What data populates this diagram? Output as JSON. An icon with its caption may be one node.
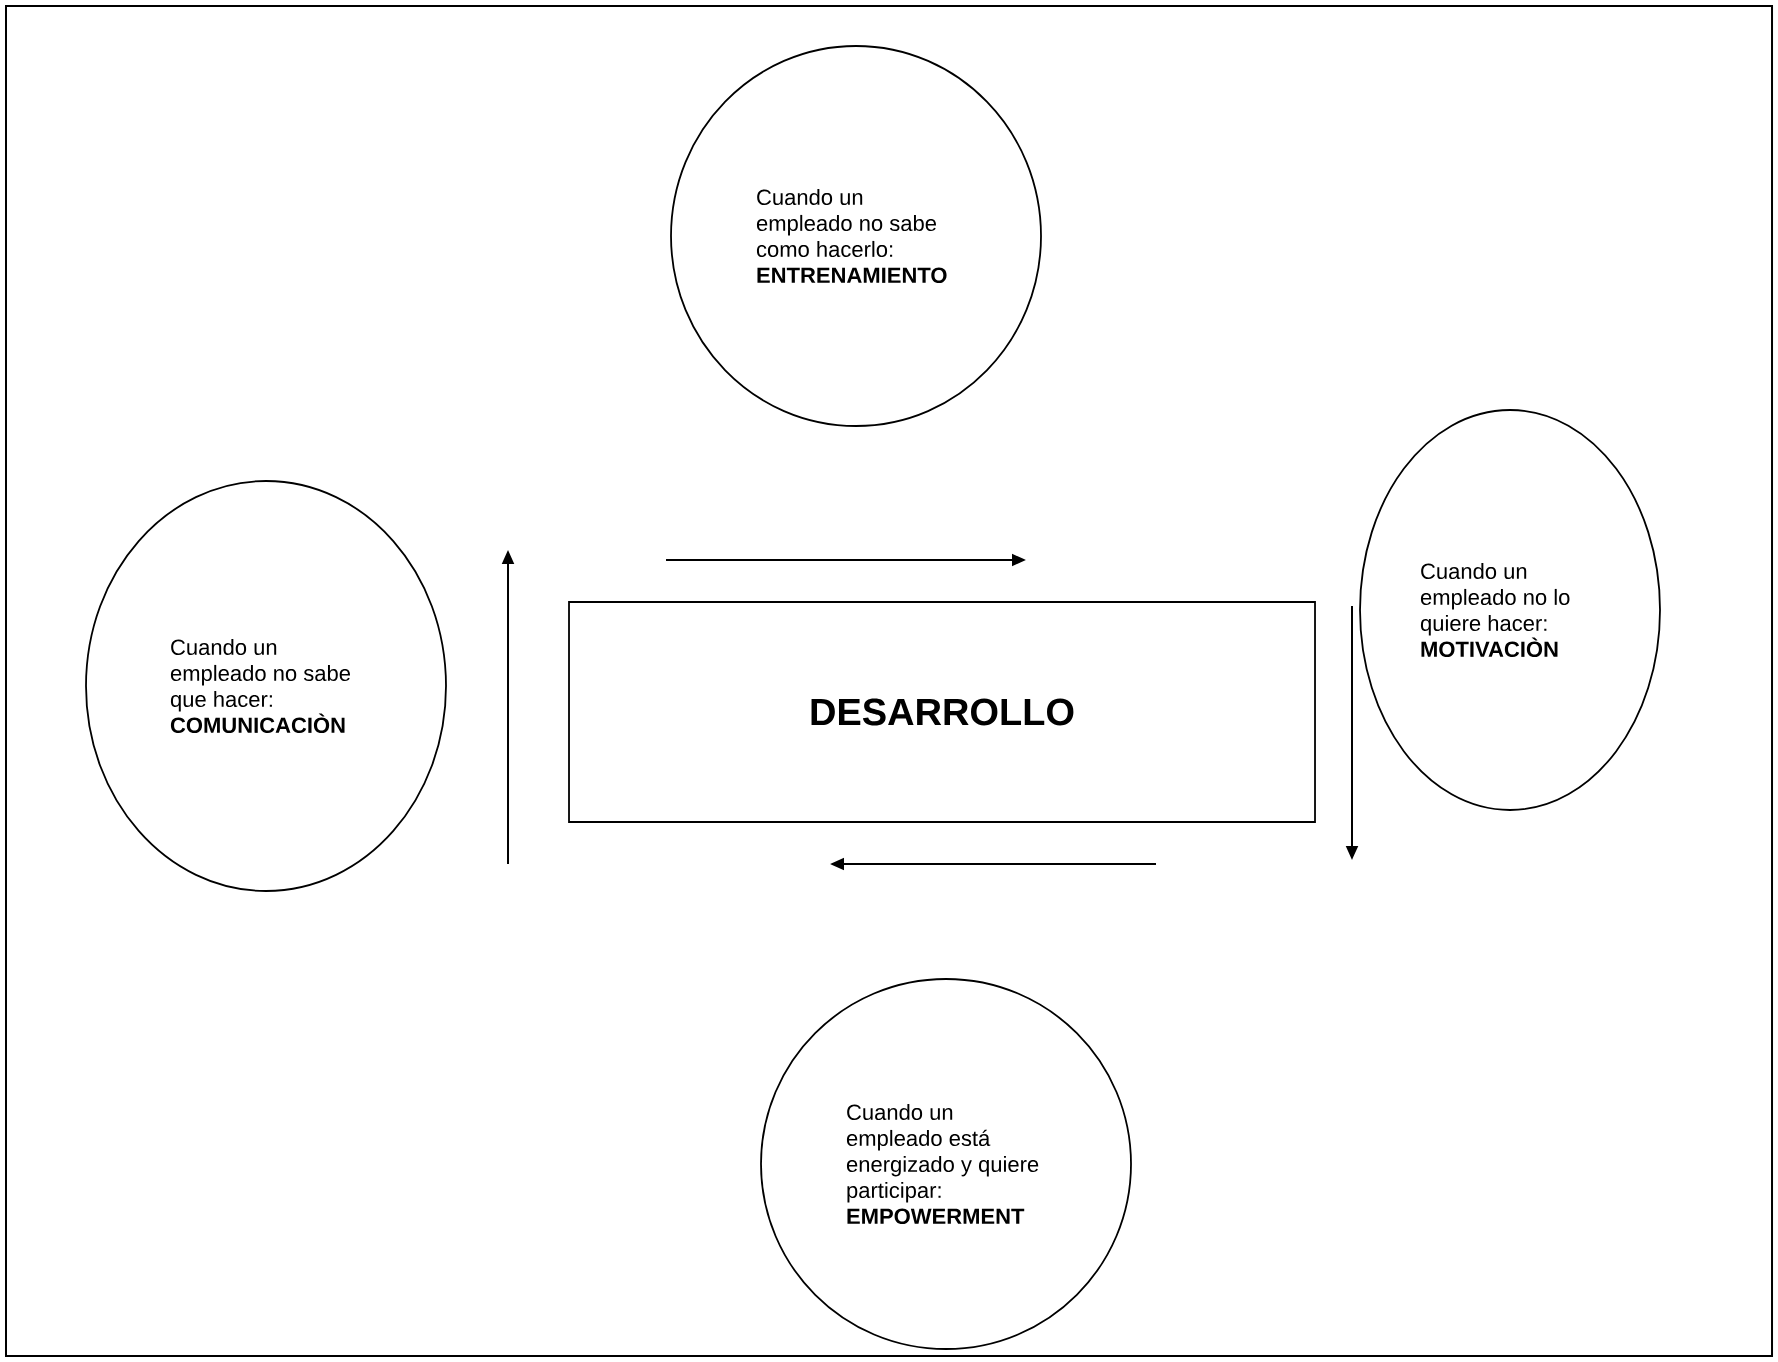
{
  "diagram": {
    "nodes": [
      {
        "text": [
          "Cuando un empleado no sabe como hacerlo: **ENTRENAMIENTO**"
        ]
      },
      {
        "text": [
          "Cuando un empleado no lo quiere hacer: **MOTIVACIÒN**"
        ]
      },
      {
        "text": [
          "Cuando un empleado no sabe que hacer: **COMUNICACIÒN**"
        ]
      },
      {
        "text": [
          "DESARROLLO"
        ]
      },
      {
        "text": [
          "Cuando un empleado está energizado y quiere participar: **EMPOWERMENT**"
        ]
      }
    ]
  }
}
